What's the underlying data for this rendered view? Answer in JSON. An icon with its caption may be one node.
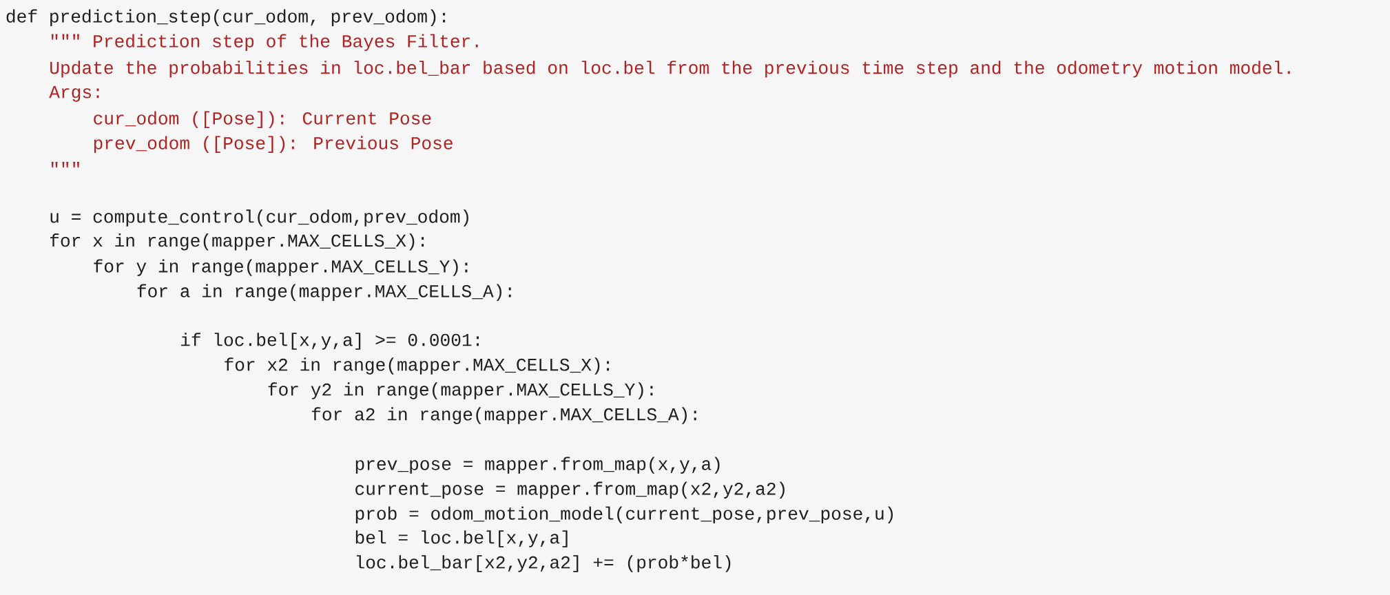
{
  "diagram": {
    "labels": [
      "def prediction_step(cur_odom, prev_odom):",
      "\"\"\" Prediction step of the Bayes Filter.",
      "Update the probabilities in loc.bel_bar based on loc.bel from the previous time step and the odometry motion model.",
      "Args:",
      "cur_odom  ([Pose]): Current Pose",
      "prev_odom ([Pose]): Previous Pose",
      "\"\"\"",
      "u = compute_control(cur_odom,prev_odom)",
      "for x in range(mapper.MAX_CELLS_X):",
      "for y in range(mapper.MAX_CELLS_Y):",
      "for a in range(mapper.MAX_CELLS_A):",
      "if loc.bel[x,y,a] >= 0.0001:",
      "for x2 in range(mapper.MAX_CELLS_X):",
      "for y2 in range(mapper.MAX_CELLS_Y):",
      "for a2 in range(mapper.MAX_CELLS_A):",
      "prev_pose = mapper.from_map(x,y,a)",
      "current_pose = mapper.from_map(x2,y2,a2)",
      "prob = odom_motion_model(current_pose,prev_pose,u)",
      "bel = loc.bel[x,y,a]",
      "loc.bel_bar[x2,y2,a2] += (prob*bel)"
    ]
  }
}
